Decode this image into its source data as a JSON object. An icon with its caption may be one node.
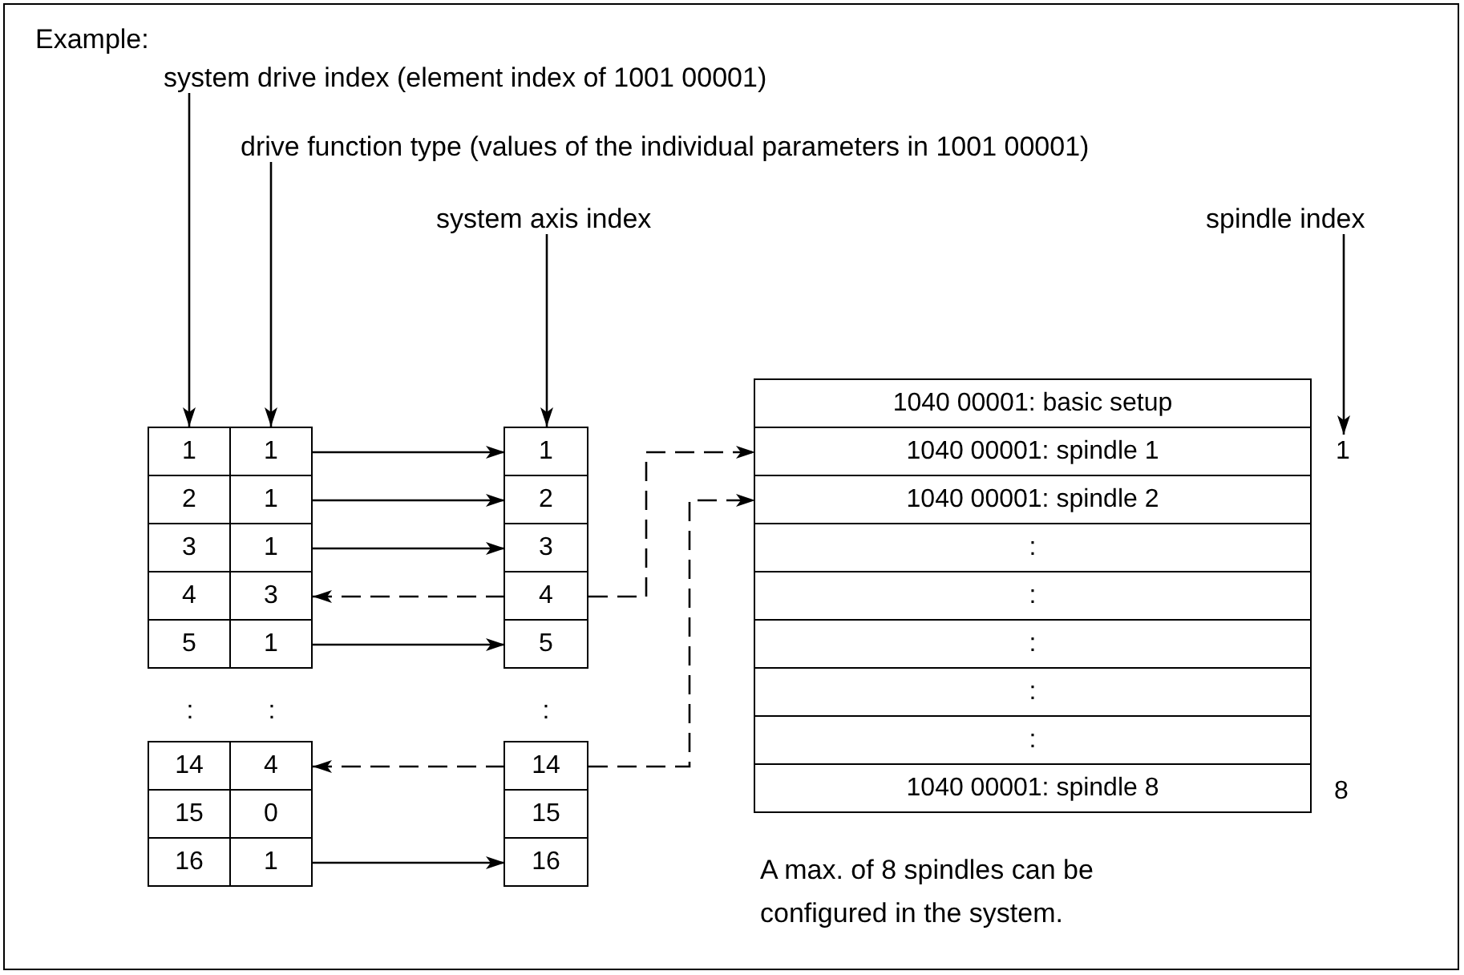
{
  "diagram": {
    "nodes": [
      {
        "text": [
          "system drive index (element index of 1001 00001)"
        ]
      },
      {
        "text": [
          "drive function type (values of the individual parameters in 1001 00001)"
        ]
      },
      {
        "text": [
          "system axis index"
        ]
      },
      {
        "text": [
          "spindle index"
        ]
      },
      {
        "text": [
          "1"
        ]
      },
      {
        "text": [
          "1"
        ]
      },
      {
        "text": [
          "2"
        ]
      },
      {
        "text": [
          "1"
        ]
      },
      {
        "text": [
          "3"
        ]
      },
      {
        "text": [
          "1"
        ]
      },
      {
        "text": [
          "4"
        ]
      },
      {
        "text": [
          "3"
        ]
      },
      {
        "text": [
          "5"
        ]
      },
      {
        "text": [
          "1"
        ]
      },
      {
        "text": [
          "14"
        ]
      },
      {
        "text": [
          "4"
        ]
      },
      {
        "text": [
          "15"
        ]
      },
      {
        "text": [
          "0"
        ]
      },
      {
        "text": [
          "16"
        ]
      },
      {
        "text": [
          "1"
        ]
      },
      {
        "text": [
          "1"
        ]
      },
      {
        "text": [
          "2"
        ]
      },
      {
        "text": [
          "3"
        ]
      },
      {
        "text": [
          "4"
        ]
      },
      {
        "text": [
          "5"
        ]
      },
      {
        "text": [
          "14"
        ]
      },
      {
        "text": [
          "15"
        ]
      },
      {
        "text": [
          "16"
        ]
      },
      {
        "text": [
          "1040 00001: basic setup"
        ]
      },
      {
        "text": [
          "1040 00001: spindle 1"
        ]
      },
      {
        "text": [
          "1040 00001: spindle 2"
        ]
      },
      {
        "text": [
          ":"
        ]
      },
      {
        "text": [
          ":"
        ]
      },
      {
        "text": [
          ":"
        ]
      },
      {
        "text": [
          ":"
        ]
      },
      {
        "text": [
          ":"
        ]
      },
      {
        "text": [
          "1040 00001: spindle 8"
        ],
        "beside": [
          "8"
        ]
      },
      {
        "text": [
          "1"
        ]
      }
    ],
    "edges": [
      {
        "from": 0,
        "to": 4,
        "arrow": "to"
      },
      {
        "from": 1,
        "to": 5,
        "arrow": "to"
      },
      {
        "from": 2,
        "to": 20,
        "arrow": "to"
      },
      {
        "from": 3,
        "to": 37,
        "arrow": "to"
      },
      {
        "from": 5,
        "to": 20,
        "arrow": "to"
      },
      {
        "from": 7,
        "to": 21,
        "arrow": "to"
      },
      {
        "from": 9,
        "to": 22,
        "arrow": "to"
      },
      {
        "from": 23,
        "to": 11,
        "arrow": "to",
        "style": "dashed"
      },
      {
        "from": 23,
        "to": 29,
        "arrow": "to",
        "style": "dashed"
      },
      {
        "from": 13,
        "to": 24,
        "arrow": "to"
      },
      {
        "from": 25,
        "to": 15,
        "arrow": "to",
        "style": "dashed"
      },
      {
        "from": 25,
        "to": 30,
        "arrow": "to",
        "style": "dashed"
      },
      {
        "from": 19,
        "to": 27,
        "arrow": "to"
      }
    ],
    "labels": [
      "Example:",
      ":",
      ":",
      ":",
      "A max. of 8 spindles can be configured in the system."
    ]
  }
}
